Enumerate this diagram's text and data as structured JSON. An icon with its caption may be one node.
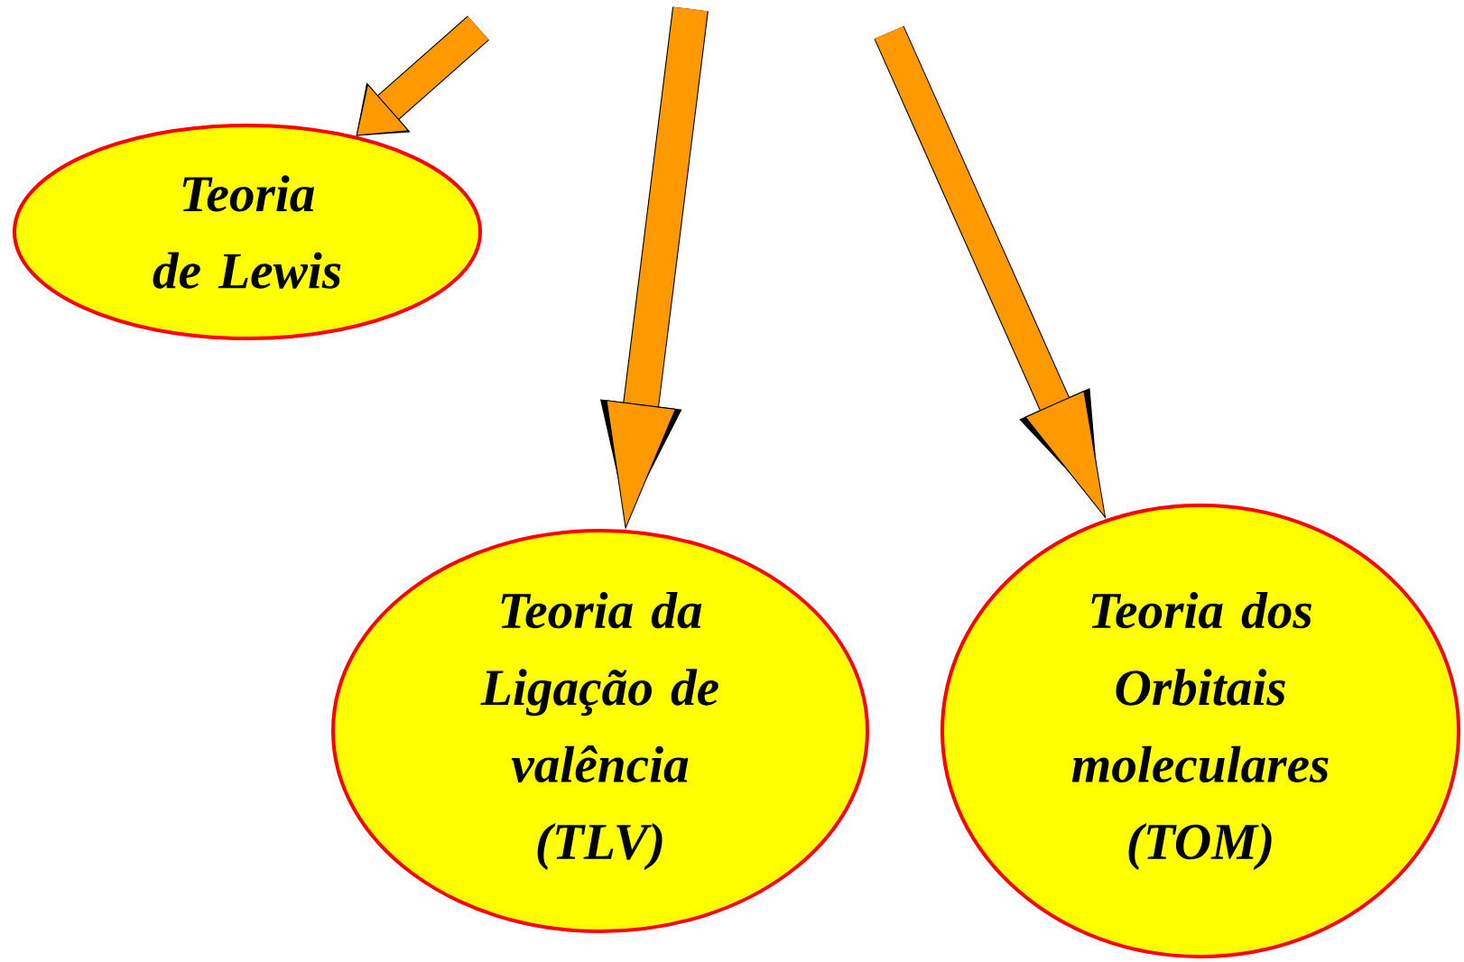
{
  "diagram": {
    "nodes": [
      {
        "text": [
          "Teoria de Lewis"
        ]
      },
      {
        "text": [
          "Teoria da Ligação de valência (TLV)"
        ]
      },
      {
        "text": [
          "Teoria dos Orbitais moleculares (TOM)"
        ]
      }
    ],
    "edges": [
      {
        "from": null,
        "to": 0,
        "arrow": "to"
      },
      {
        "from": null,
        "to": 1,
        "arrow": "to"
      },
      {
        "from": null,
        "to": 2,
        "arrow": "to"
      }
    ]
  }
}
